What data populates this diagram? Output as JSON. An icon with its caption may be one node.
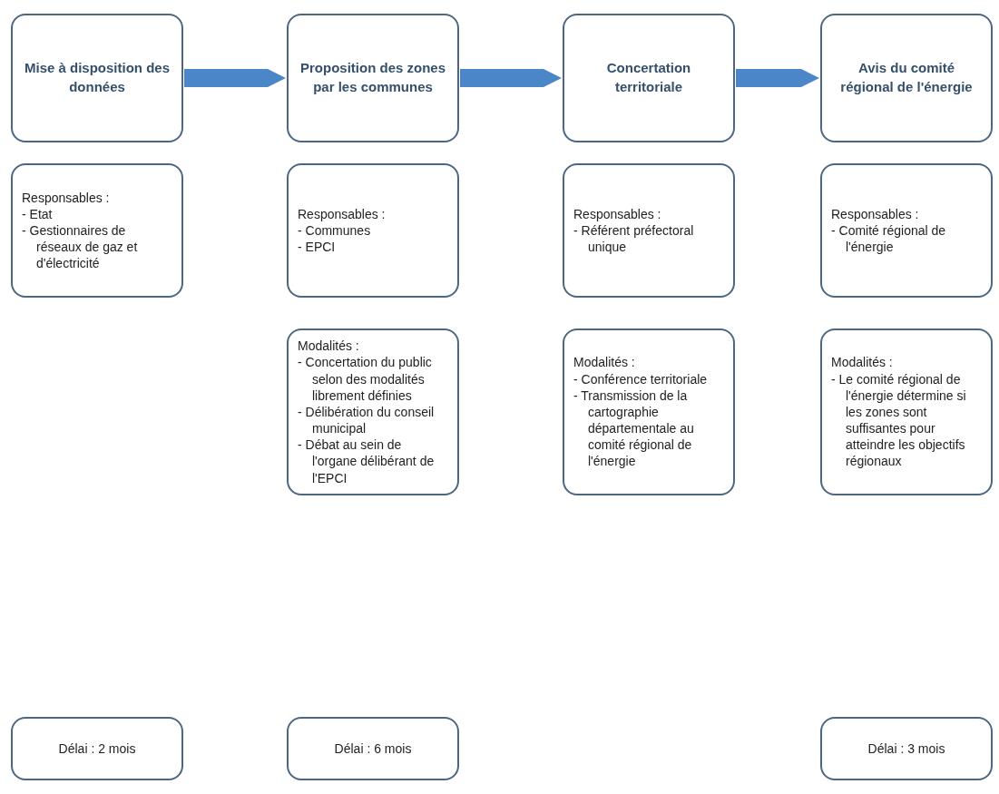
{
  "diagram": {
    "nodes": [
      {
        "text": [
          "Mise à disposition des données"
        ]
      },
      {
        "text": [
          "Responsables :",
          "- Etat",
          "- Gestionnaires de réseaux de gaz et d'électricité"
        ]
      },
      {
        "text": [
          "Délai : 2 mois"
        ]
      },
      {
        "text": [
          "Proposition des zones par les communes"
        ]
      },
      {
        "text": [
          "Responsables :",
          "- Communes",
          "- EPCI"
        ]
      },
      {
        "text": [
          "Modalités :",
          "- Concertation du public selon des modalités librement définies",
          "- Délibération du conseil municipal",
          "- Débat au sein de l'organe délibérant de l'EPCI"
        ]
      },
      {
        "text": [
          "Délai : 6 mois"
        ]
      },
      {
        "text": [
          "Concertation territoriale"
        ]
      },
      {
        "text": [
          "Responsables :",
          "- Référent préfectoral unique"
        ]
      },
      {
        "text": [
          "Modalités :",
          "- Conférence territoriale",
          "- Transmission de la cartographie départementale au comité régional de l'énergie"
        ]
      },
      {
        "text": [
          "Avis du comité régional de l'énergie"
        ]
      },
      {
        "text": [
          "Responsables :",
          "- Comité régional de l'énergie"
        ]
      },
      {
        "text": [
          "Modalités :",
          "- Le comité régional de l'énergie détermine si les zones sont suffisantes pour atteindre les objectifs régionaux"
        ]
      },
      {
        "text": [
          "Délai : 3 mois"
        ]
      }
    ],
    "edges": [
      {
        "from": 0,
        "to": 3,
        "arrow": "to"
      },
      {
        "from": 3,
        "to": 7,
        "arrow": "to"
      },
      {
        "from": 7,
        "to": 10,
        "arrow": "to"
      }
    ]
  }
}
